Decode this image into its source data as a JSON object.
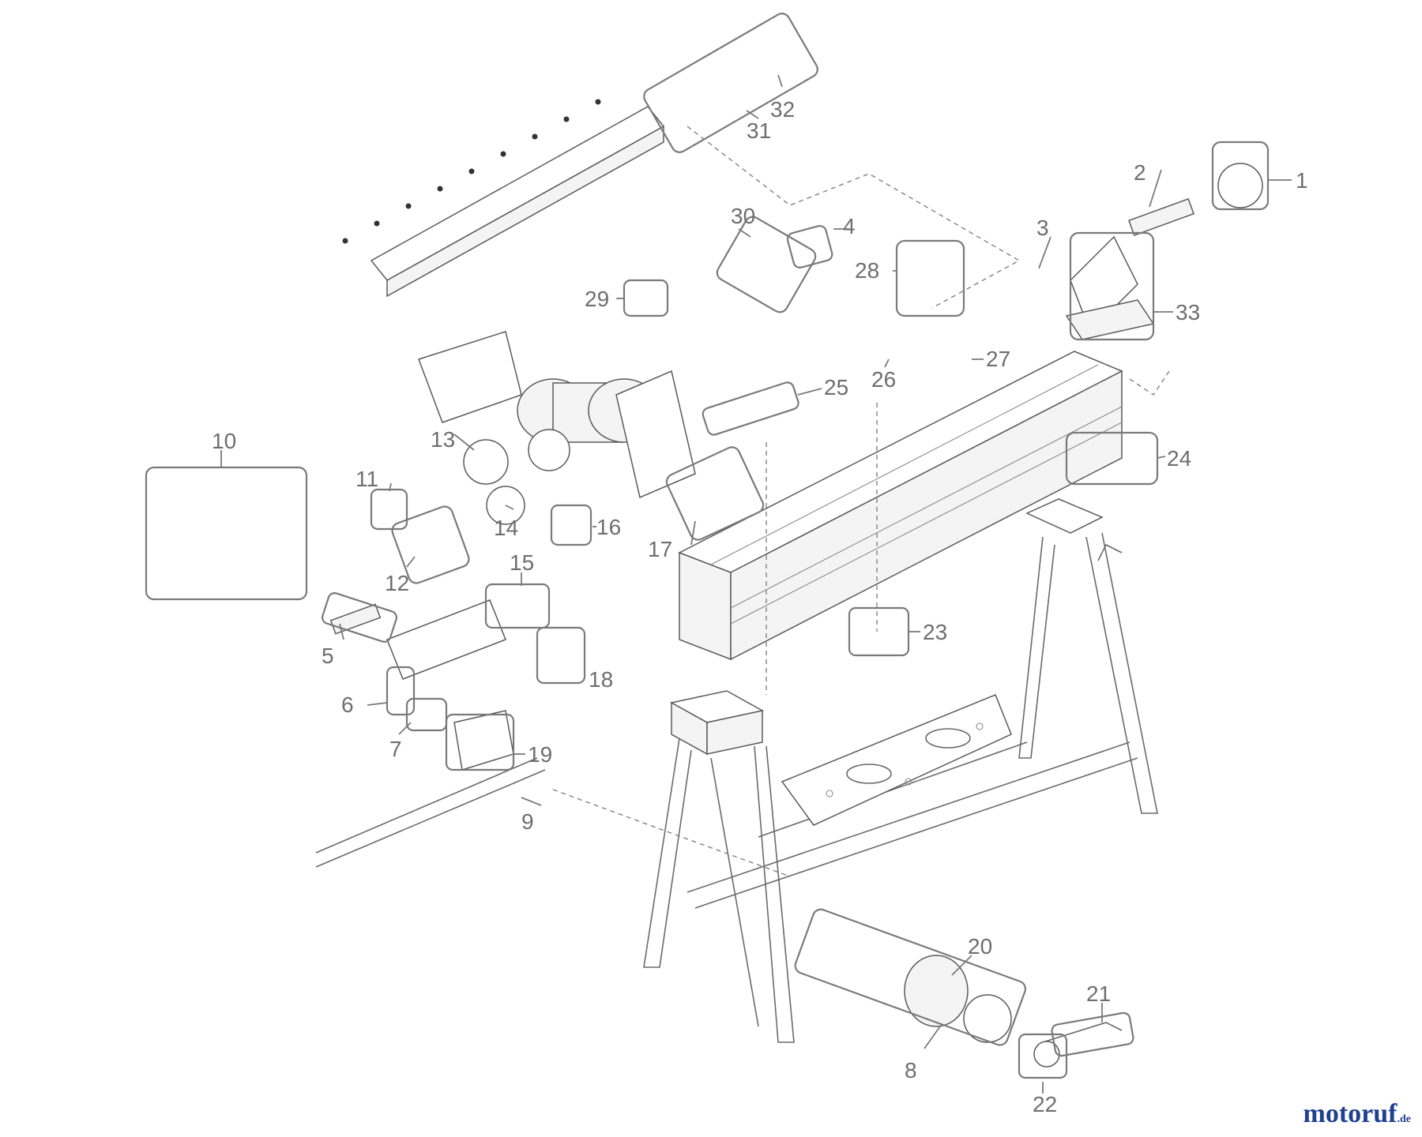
{
  "labels": {
    "l1": "1",
    "l2": "2",
    "l3": "3",
    "l4": "4",
    "l5": "5",
    "l6": "6",
    "l7": "7",
    "l8": "8",
    "l9": "9",
    "l10": "10",
    "l11": "11",
    "l12": "12",
    "l13": "13",
    "l14": "14",
    "l15": "15",
    "l16": "16",
    "l17": "17",
    "l18": "18",
    "l19": "19",
    "l20": "20",
    "l21": "21",
    "l22": "22",
    "l23": "23",
    "l24": "24",
    "l25": "25",
    "l26": "26",
    "l27": "27",
    "l28": "28",
    "l29": "29",
    "l30": "30",
    "l31": "31",
    "l32": "32",
    "l33": "33"
  },
  "brand": {
    "name": "motoruf",
    "tld": ".de"
  }
}
